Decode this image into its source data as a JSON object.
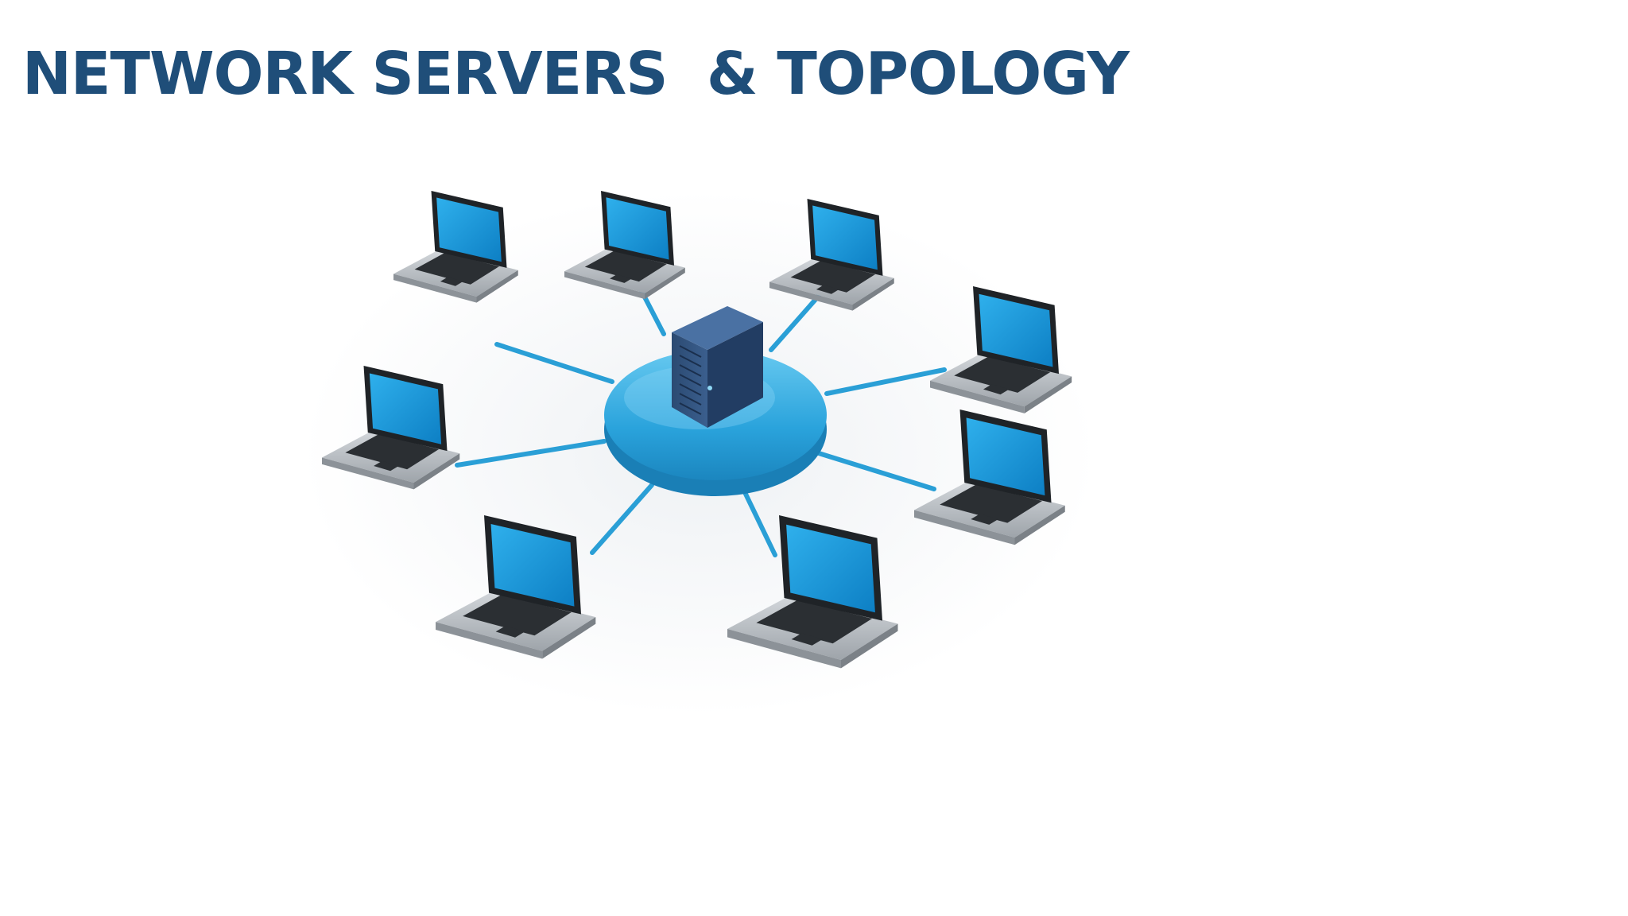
{
  "slide": {
    "title": "NETWORK SERVERS  & TOPOLOGY",
    "title_color": "#1f4e79"
  },
  "diagram": {
    "topology": "star",
    "hub_icon": "server-tower-icon",
    "node_icon": "laptop-icon",
    "node_count": 8,
    "colors": {
      "platform": "#2aa3dc",
      "platform_top": "#5cc4ee",
      "link": "#2a9fd6",
      "server_body": "#2f4f78",
      "server_side": "#1e3a5f",
      "screen": "#1994d6",
      "laptop_base": "#b9bec4",
      "keyboard": "#2b2f33"
    }
  }
}
